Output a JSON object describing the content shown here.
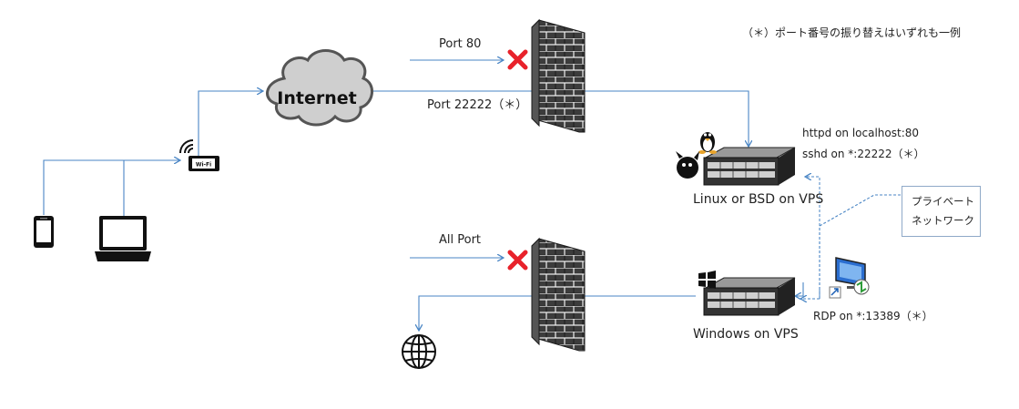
{
  "note": "（＊）ポート番号の振り替えはいずれも一例",
  "internet": {
    "label": "Internet"
  },
  "router": {
    "label": "Wi-Fi"
  },
  "ports": {
    "port80": "Port 80",
    "port22222": "Port 22222（＊）",
    "all_port": "All Port"
  },
  "linux_server": {
    "label": "Linux or BSD on VPS",
    "service1": "httpd on localhost:80",
    "service2": "sshd on *:22222（＊）"
  },
  "windows_server": {
    "label": "Windows on VPS",
    "service": "RDP on *:13389（＊）"
  },
  "private_network": {
    "line1": "プライベート",
    "line2": "ネットワーク"
  },
  "colors": {
    "line": "#4a86c5",
    "blocked": "#e8222b",
    "firewall": "#2e2e2e",
    "cloud": "#cfcfcf"
  },
  "icons": [
    "smartphone-icon",
    "laptop-icon",
    "wifi-router-icon",
    "cloud-icon",
    "firewall-icon",
    "blocked-x-icon",
    "server-icon",
    "linux-tux-icon",
    "bsd-daemon-icon",
    "windows-logo-icon",
    "rdp-icon",
    "globe-icon"
  ]
}
